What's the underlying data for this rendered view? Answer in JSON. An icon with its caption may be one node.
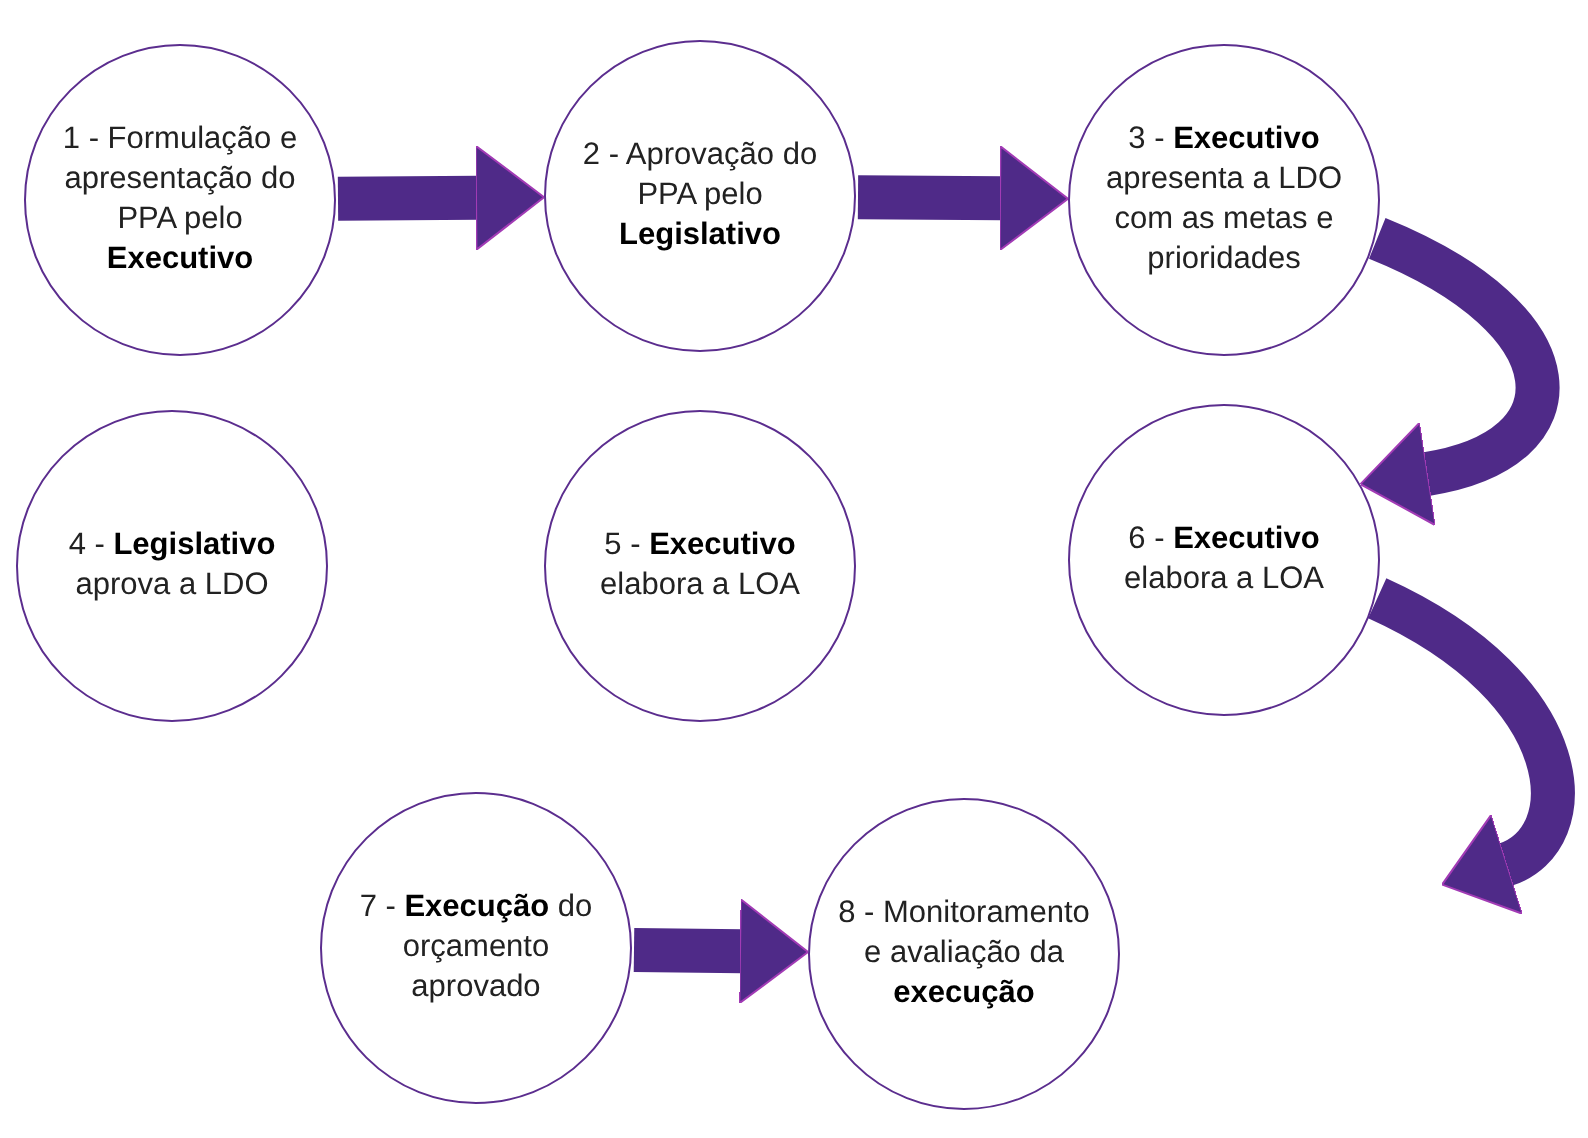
{
  "diagram": {
    "nodes": [
      {
        "text": [
          "1 - Formulação e apresentação do PPA pelo **Executivo**"
        ]
      },
      {
        "text": [
          "2 - Aprovação do PPA pelo **Legislativo**"
        ]
      },
      {
        "text": [
          "3 - **Executivo** apresenta a LDO com as metas e prioridades"
        ]
      },
      {
        "text": [
          "4 - **Legislativo** aprova a LDO"
        ]
      },
      {
        "text": [
          "5 - **Executivo** elabora a LOA"
        ]
      },
      {
        "text": [
          "6 - **Executivo** elabora a LOA"
        ]
      },
      {
        "text": [
          "7 - **Execução** do orçamento aprovado"
        ]
      },
      {
        "text": [
          "8 - Monitoramento e avaliação da **execução**"
        ]
      }
    ],
    "edges": [
      {
        "from": 0,
        "to": 1,
        "arrow": "to"
      },
      {
        "from": 1,
        "to": 2,
        "arrow": "to"
      },
      {
        "from": 2,
        "to": 5,
        "arrow": "to"
      },
      {
        "from": 5,
        "to": null,
        "arrow": "to"
      },
      {
        "from": 6,
        "to": 7,
        "arrow": "to"
      }
    ]
  }
}
